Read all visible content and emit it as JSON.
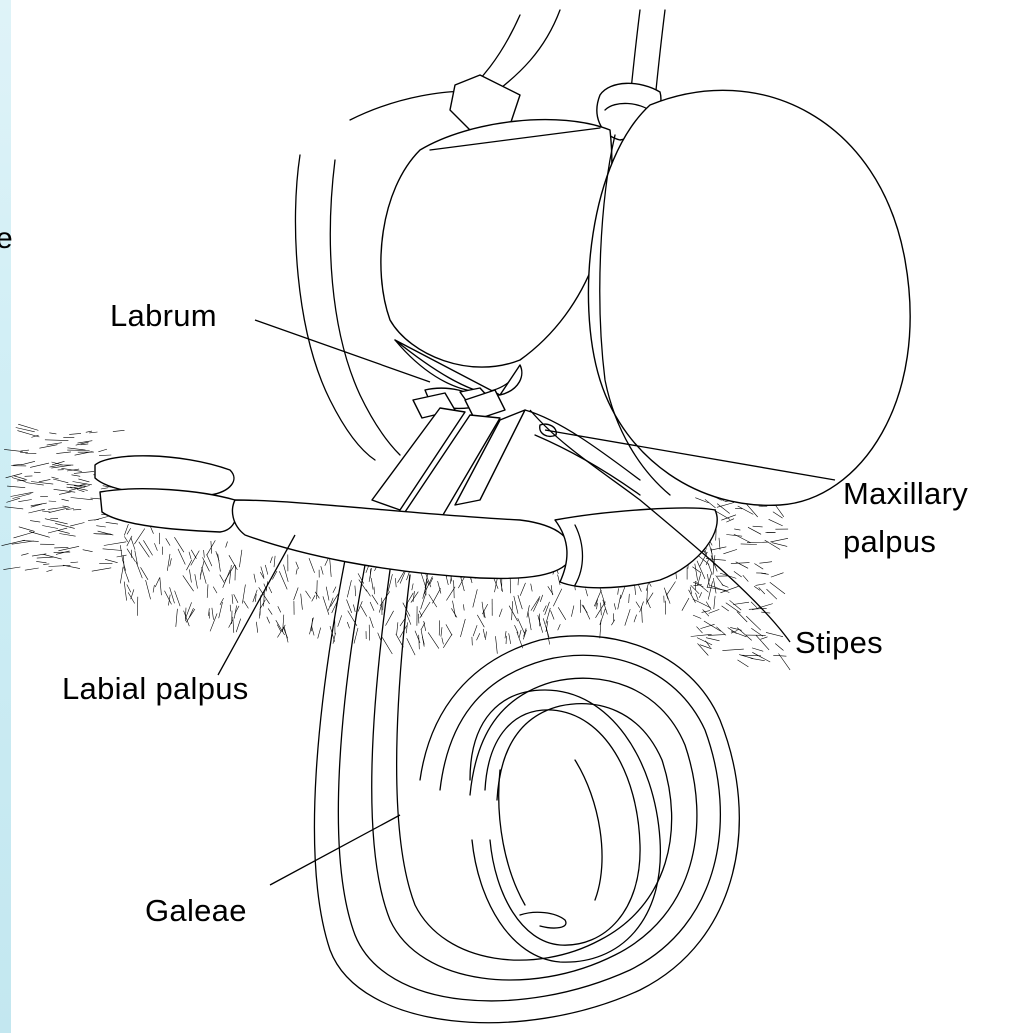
{
  "figure": {
    "labels": {
      "labrum": "Labrum",
      "maxillary_line1": "Maxillary",
      "maxillary_line2": "palpus",
      "stipes": "Stipes",
      "labial_palpus": "Labial palpus",
      "galeae": "Galeae"
    },
    "edge_glyph": "e"
  },
  "colors": {
    "ink": "#000000",
    "background": "#ffffff",
    "edge_strip": "#cfeef5"
  }
}
